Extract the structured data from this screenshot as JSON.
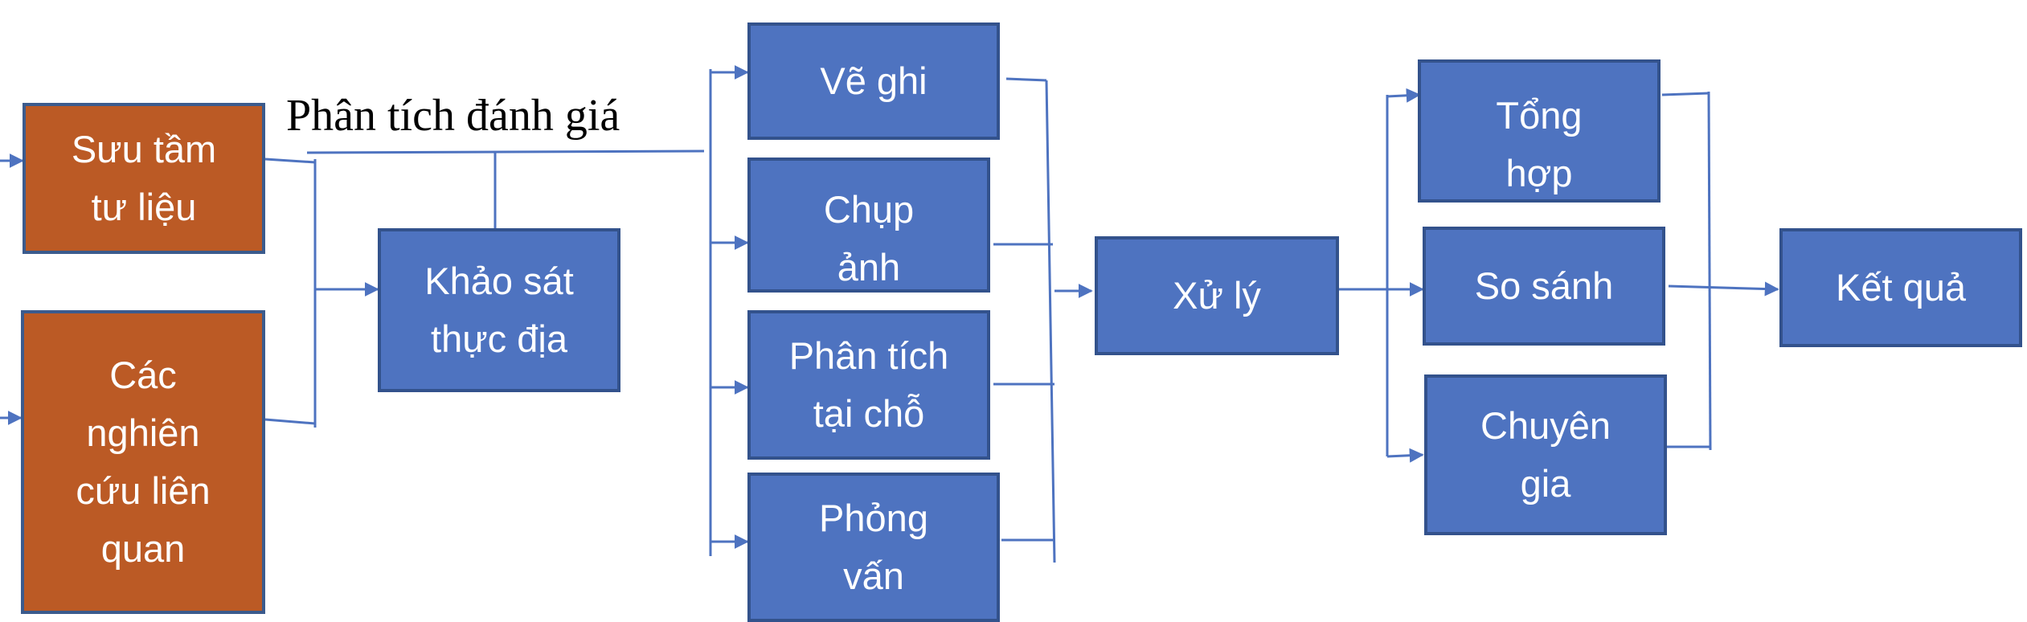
{
  "colors": {
    "orange": "#bb5a25",
    "blue": "#4e73c0",
    "line": "#4e73c0"
  },
  "label": "Phân tích đánh giá",
  "nodes": {
    "suu_tam": "Sưu tầm\ntư liệu",
    "cac_nghien_cuu": "Các\nnghiên\ncứu liên\nquan",
    "khao_sat": "Khảo sát\nthực địa",
    "ve_ghi": "Vẽ ghi",
    "chup_anh": "Chụp\nảnh",
    "phan_tich": "Phân tích\ntại chỗ",
    "phong_van": "Phỏng\nvấn",
    "xu_ly": "Xử lý",
    "tong_hop": "Tổng\nhợp",
    "so_sanh": "So sánh",
    "chuyen_gia": "Chuyên\ngia",
    "ket_qua": "Kết quả"
  }
}
